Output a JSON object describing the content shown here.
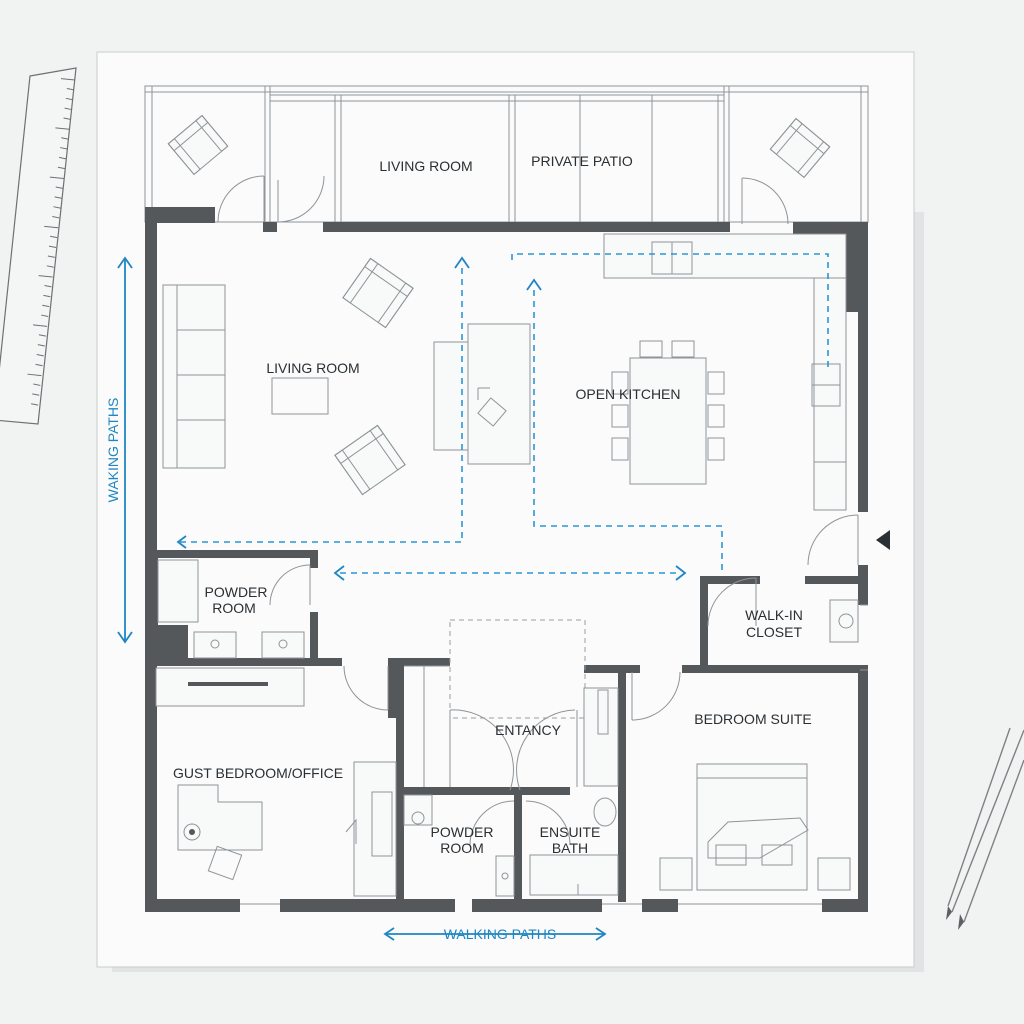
{
  "rooms": {
    "living_room_top": "LIVING ROOM",
    "private_patio": "PRIVATE PATIO",
    "living_room": "LIVING ROOM",
    "open_kitchen": "OPEN KITCHEN",
    "powder_room_left": [
      "POWDER",
      "ROOM"
    ],
    "walk_in_closet": [
      "WALK-IN",
      "CLOSET"
    ],
    "entrancy": "ENTANCY",
    "bedroom_suite": "BEDROOM SUITE",
    "guest_bedroom": "GUST BEDROOM/OFFICE",
    "powder_room_bottom": [
      "POWDER",
      "ROOM"
    ],
    "ensuite_bath": [
      "ENSUITE",
      "BATH"
    ]
  },
  "paths": {
    "vertical_label": "WAKING PATHS",
    "bottom_label": "WALKING PATHS"
  },
  "colors": {
    "wall": "#55585b",
    "path_blue": "#2a97d4",
    "paper": "#fbfbfb",
    "background": "#f1f2f2"
  },
  "icons": [
    "ruler-icon",
    "pencil-icon",
    "sofa-icon",
    "armchair-icon",
    "dining-table-icon",
    "bed-icon",
    "desk-icon",
    "sink-icon",
    "toilet-icon"
  ]
}
